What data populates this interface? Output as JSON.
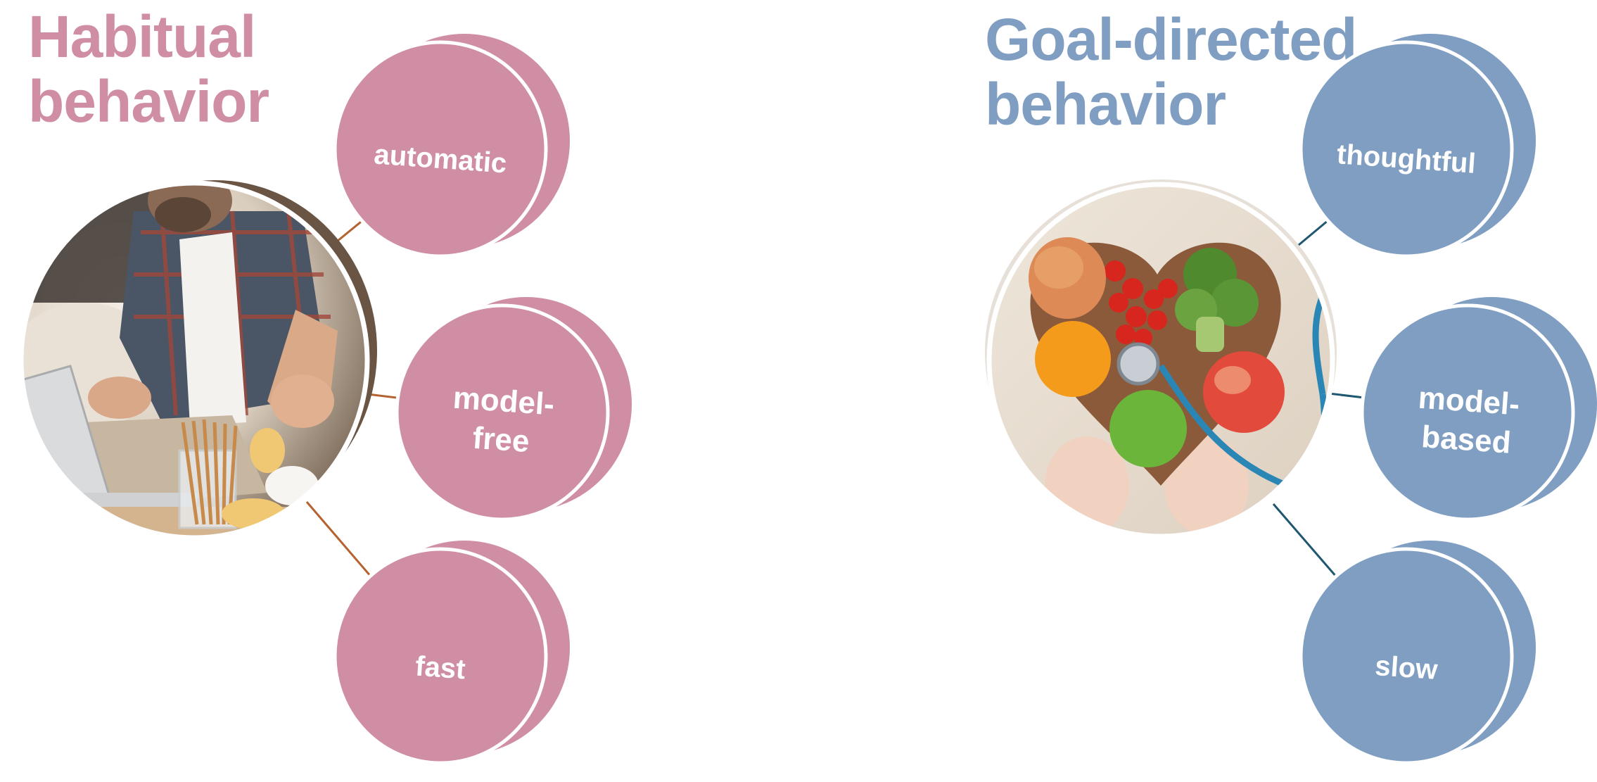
{
  "colors": {
    "habitual_accent": "#cf8ea3",
    "goal_accent": "#7f9ec2",
    "habitual_connector": "#b4622f",
    "goal_connector": "#1f5670",
    "ring": "#ffffff"
  },
  "habitual": {
    "title_line1": "Habitual",
    "title_line2": "behavior",
    "image": "man-snacking-at-laptop-photo",
    "nodes": [
      {
        "lines": [
          "automatic"
        ]
      },
      {
        "lines": [
          "model-",
          "free"
        ]
      },
      {
        "lines": [
          "fast"
        ]
      }
    ]
  },
  "goal_directed": {
    "title_line1": "Goal-directed",
    "title_line2": "behavior",
    "image": "fruit-heart-bowl-stethoscope-photo",
    "nodes": [
      {
        "lines": [
          "thoughtful"
        ]
      },
      {
        "lines": [
          "model-",
          "based"
        ]
      },
      {
        "lines": [
          "slow"
        ]
      }
    ]
  }
}
